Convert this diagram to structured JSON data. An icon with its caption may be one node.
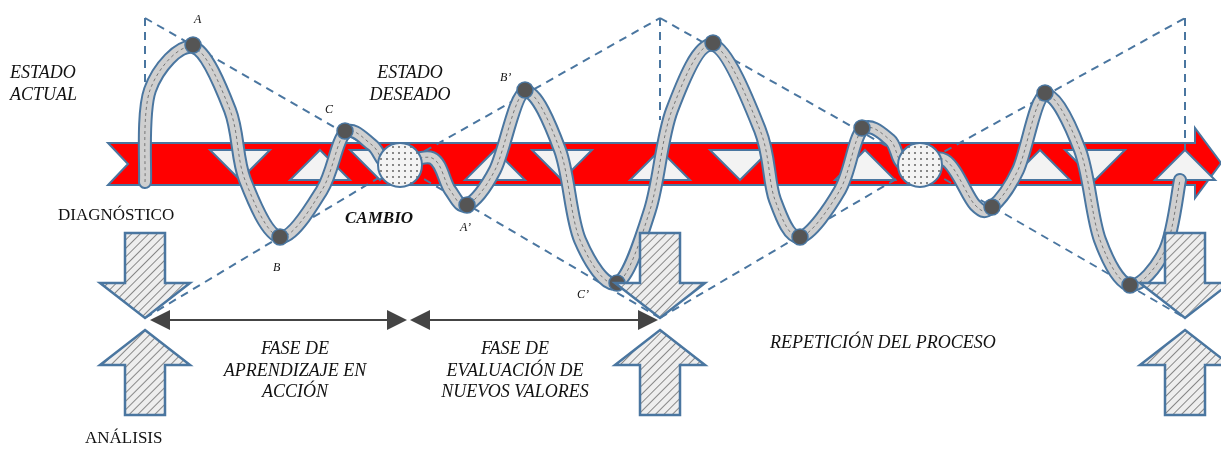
{
  "diagram": {
    "labels": [
      "A",
      "ESTADO ACTUAL",
      "ESTADO DESEADO",
      "B’",
      "C",
      "DIAGNÓSTICO",
      "CAMBIO",
      "A’",
      "B",
      "C’",
      "FASE DE APRENDIZAJE EN ACCIÓN",
      "FASE DE EVALUACIÓN DE NUEVOS VALORES",
      "REPETICIÓN DEL PROCESO",
      "ANÁLISIS"
    ]
  }
}
